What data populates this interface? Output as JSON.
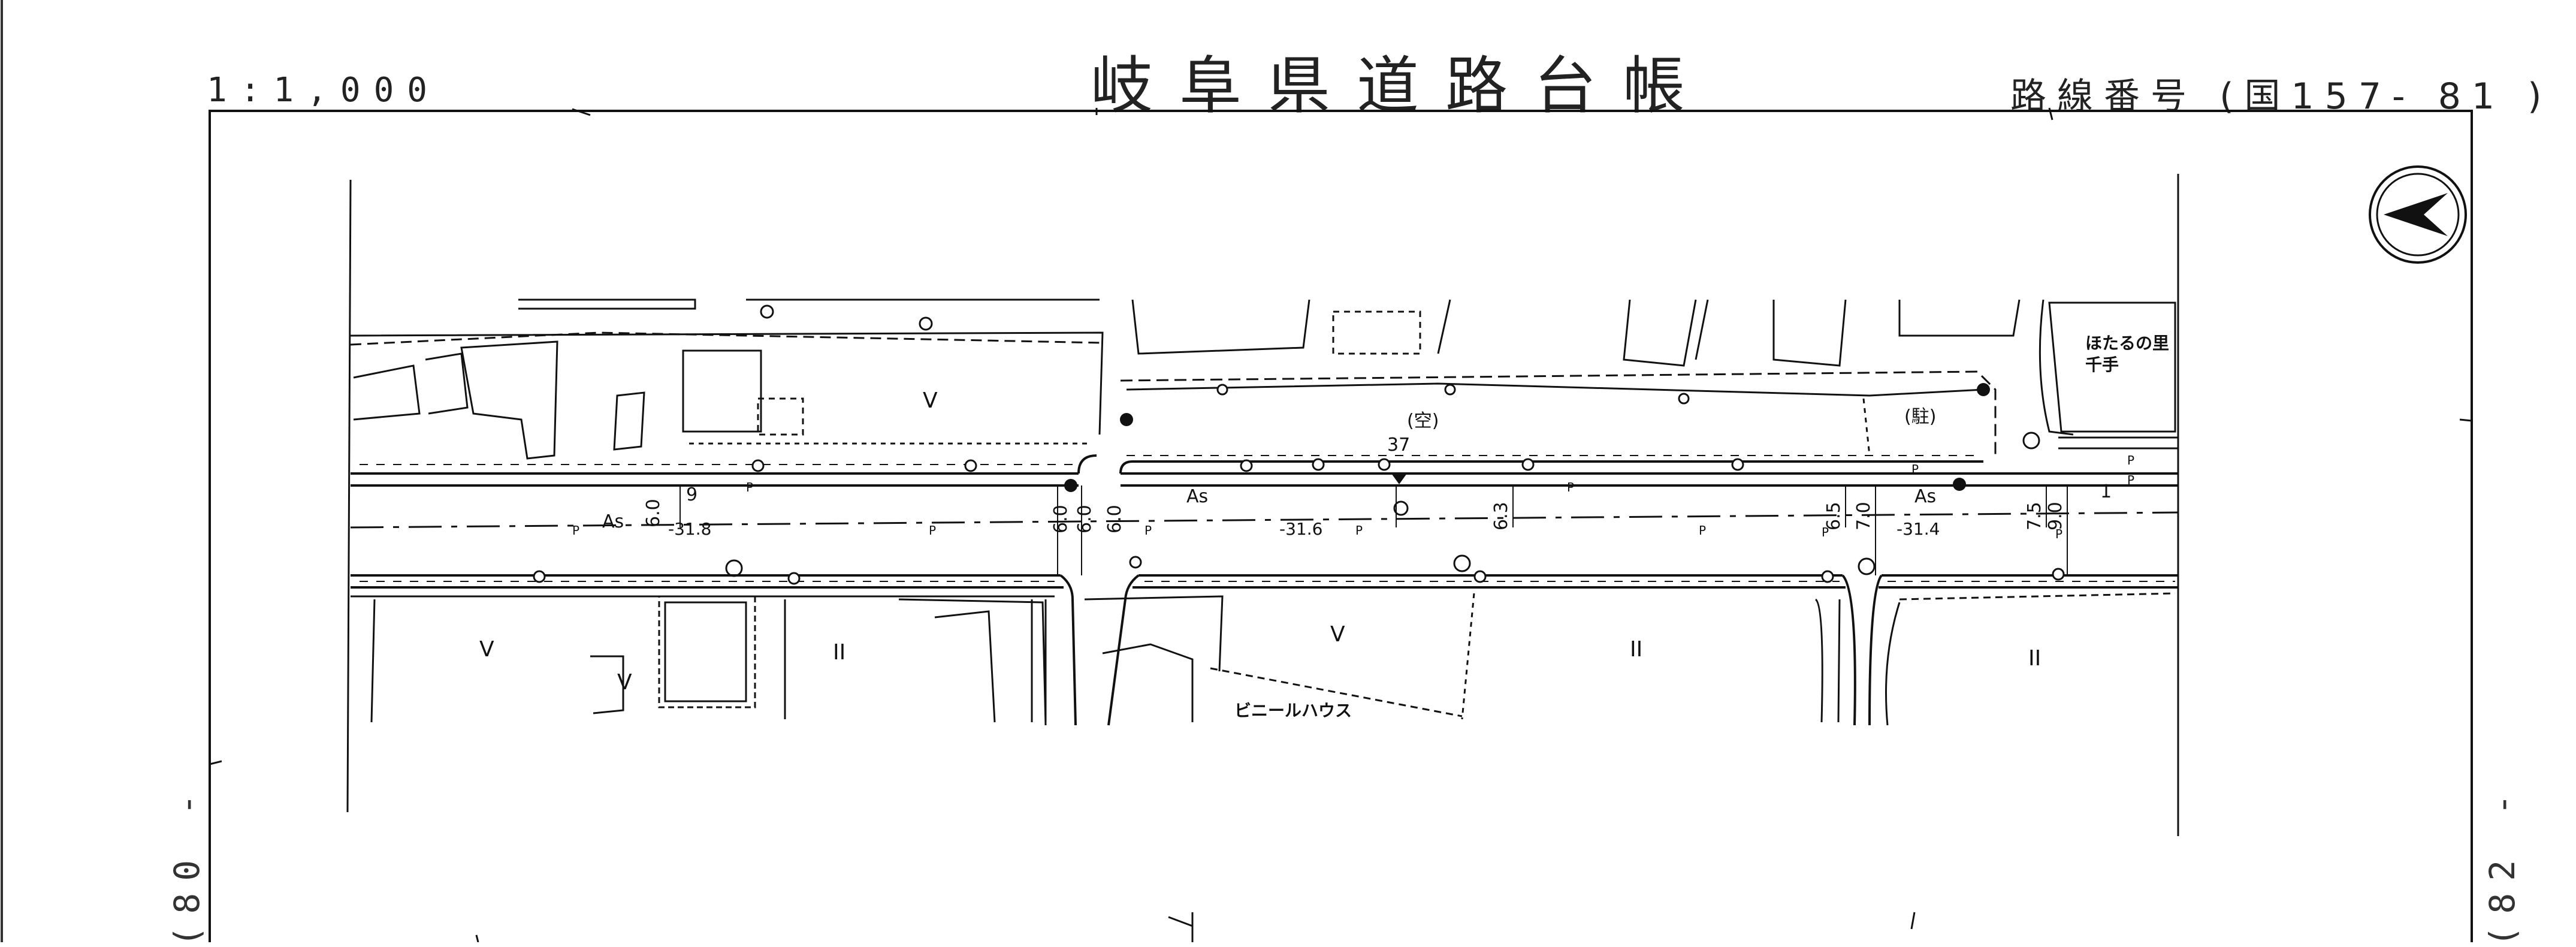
{
  "header": {
    "scale": "1:1,000",
    "title": "岐阜県道路台帳",
    "route_number": "路線番号 (国157- 81 )"
  },
  "sheet_refs": {
    "previous": "(80 -",
    "next": "(82 -"
  },
  "map": {
    "labels": {
      "hotaru": "ほたるの里",
      "chite": "千手",
      "vinyl_house": "ビニールハウス",
      "vacant": "(空)",
      "parking": "(駐)",
      "width_37": "37"
    },
    "surface_labels": {
      "as1": "As",
      "as2": "As",
      "as3": "As"
    },
    "elevations": {
      "e1": "-31.8",
      "e2": "-31.6",
      "e3": "-31.4"
    },
    "widths": {
      "w1": "6.0",
      "w2": "9",
      "w3": "6.0",
      "w4": "6.0",
      "w5": "6.0",
      "w6": "6.3",
      "w7": "6.5",
      "w8": "7.0",
      "w9": "7.5",
      "w10": "9.0",
      "w11": "1"
    },
    "poles": [
      "P",
      "P",
      "P",
      "P",
      "P",
      "P",
      "P",
      "P",
      "P",
      "P",
      "P",
      "P"
    ],
    "field_marks": [
      "V",
      "V",
      "V",
      "V",
      "II",
      "II",
      "II"
    ],
    "colors": {
      "line": "#111111",
      "paper": "#ffffff"
    }
  }
}
